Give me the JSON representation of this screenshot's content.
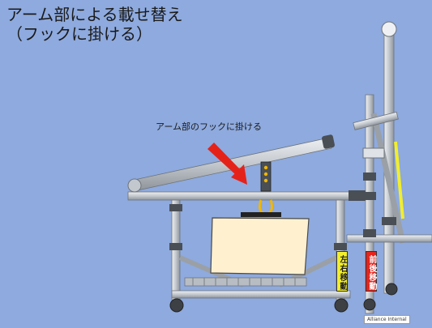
{
  "title": {
    "line1": "アーム部による載せ替え",
    "line2": "（フックに掛ける）"
  },
  "callout": "アーム部のフックに掛ける",
  "labels": {
    "left_right_move": "左右移動",
    "front_back_move": "前後移動"
  },
  "badge": "Alliance Internal",
  "colors": {
    "background": "#8eaade",
    "frame": "#c9ced4",
    "frame_edge": "#6f747a",
    "joint": "#4a4f55",
    "load_box": "#fff1d0",
    "hook": "#f2b600",
    "arrow": "#e5221a",
    "label_yellow": "#f2ee2c",
    "label_red": "#e8231b"
  }
}
